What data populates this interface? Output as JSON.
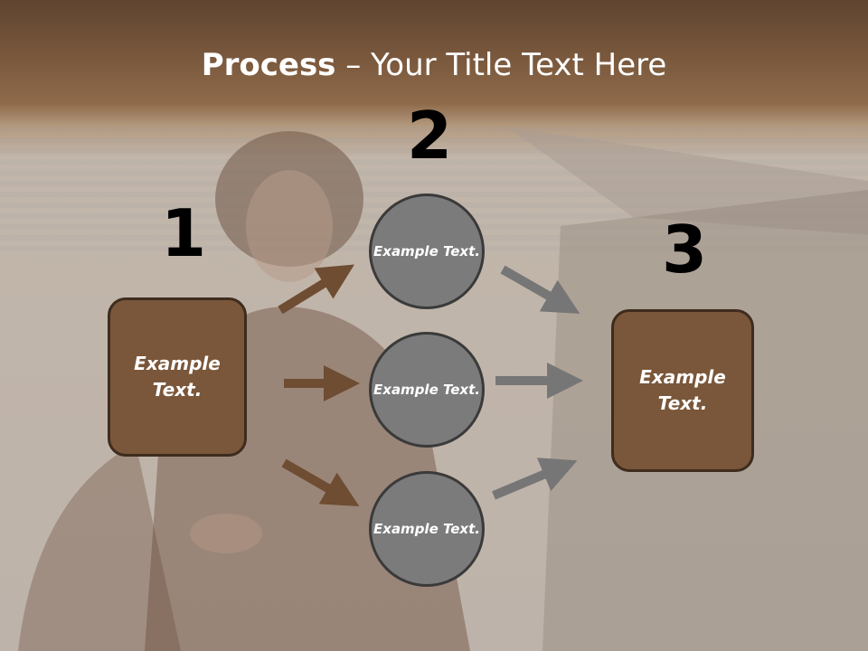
{
  "title": {
    "bold": "Process",
    "rest": " – Your Title Text Here"
  },
  "steps": [
    {
      "number": "1",
      "label": "Example Text."
    },
    {
      "number": "2",
      "labels": [
        "Example Text.",
        "Example Text.",
        "Example Text."
      ]
    },
    {
      "number": "3",
      "label": "Example Text."
    }
  ],
  "colors": {
    "box_fill": "#7a573a",
    "circle_fill": "#7b7b7b",
    "arrow_brown": "#6e4d33",
    "arrow_gray": "#767676"
  }
}
